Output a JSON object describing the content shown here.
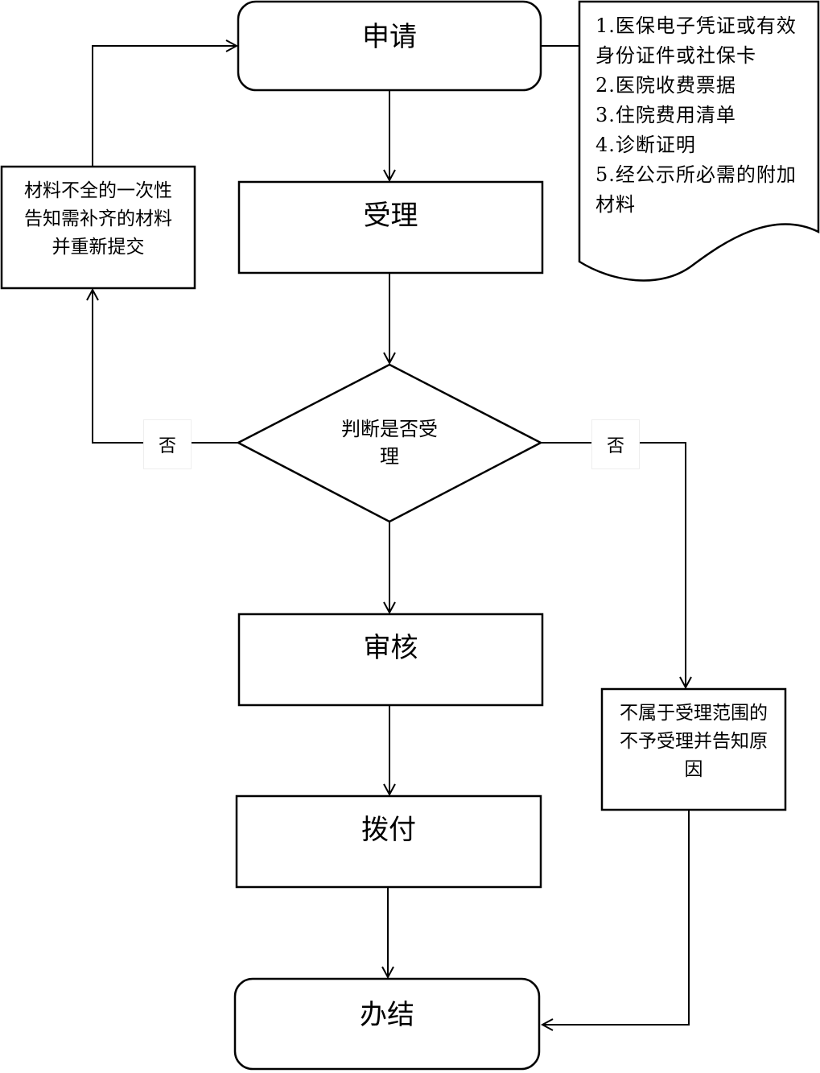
{
  "nodes": {
    "apply": "申请",
    "accept": "受理",
    "decision": "判断是否受理",
    "review": "审核",
    "payment": "拨付",
    "complete": "办结",
    "incomplete": "材料不全的一次性告知需补齐的材料并重新提交",
    "rejected": "不属于受理范围的不予受理并告知原因"
  },
  "materials": [
    "1.医保电子凭证或有效身份证件或社保卡",
    "2.医院收费票据",
    "3.住院费用清单",
    "4.诊断证明",
    "5.经公示所必需的附加材料"
  ],
  "edge_labels": {
    "left_no": "否",
    "right_no": "否"
  }
}
